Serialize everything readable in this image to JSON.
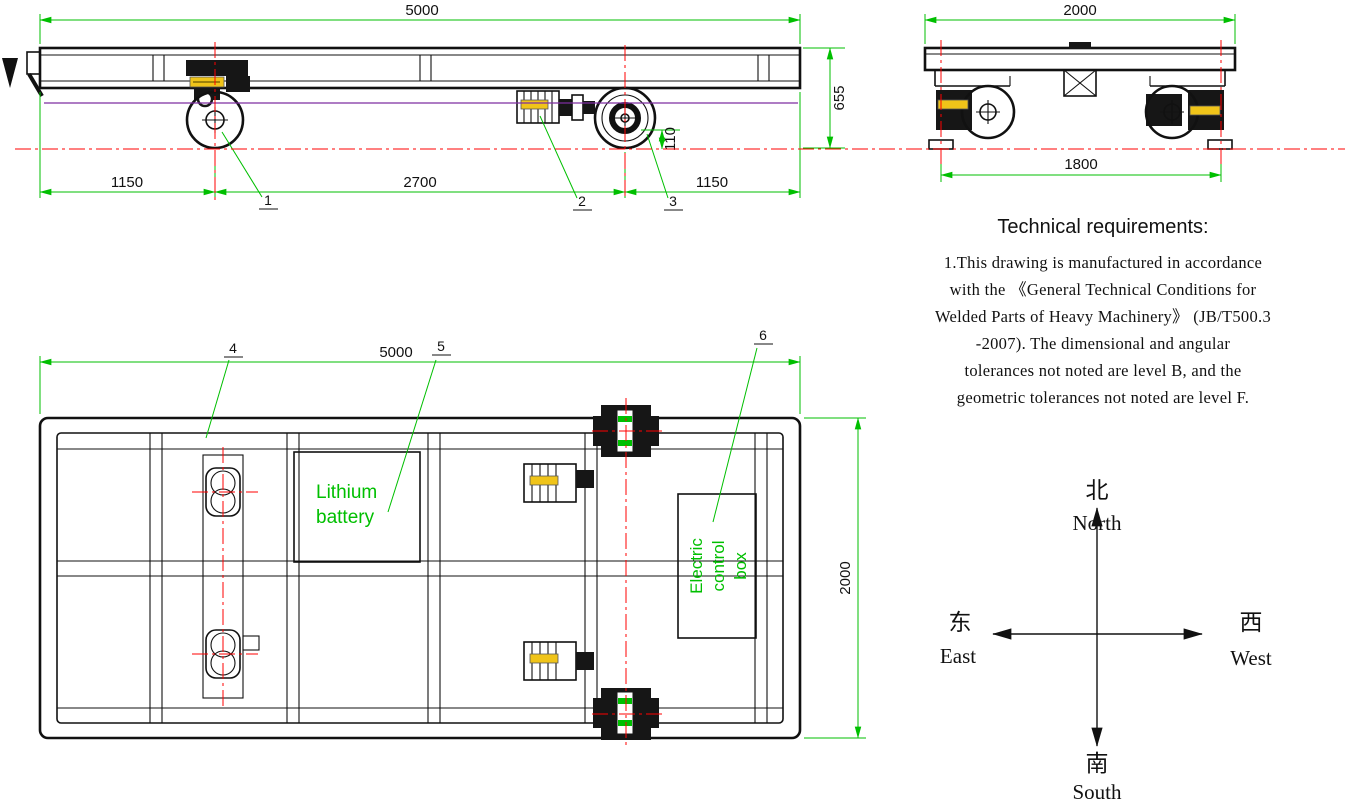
{
  "side_view": {
    "dim_total": "5000",
    "dim_height": "655",
    "dim_wheel_left": "1150",
    "dim_wheelbase": "2700",
    "dim_wheel_right": "1150",
    "dim_clearance": "110",
    "callout_1": "1",
    "callout_2": "2",
    "callout_3": "3"
  },
  "end_view": {
    "dim_width": "2000",
    "dim_gauge": "1800"
  },
  "plan_view": {
    "dim_length": "5000",
    "dim_width": "2000",
    "battery_label": [
      "Lithium",
      "battery"
    ],
    "control_box_label": [
      "Electric",
      "control",
      "box"
    ],
    "callout_4": "4",
    "callout_5": "5",
    "callout_6": "6"
  },
  "tech_requirements": {
    "title": "Technical requirements:",
    "lines": [
      "1.This drawing is manufactured in accordance",
      "with the 《General Technical Conditions for",
      "Welded Parts of Heavy Machinery》 (JB/T500.3",
      "-2007). The dimensional and angular",
      "tolerances not noted are level B, and the",
      "geometric tolerances not noted are level F."
    ]
  },
  "compass": {
    "north_zh": "北",
    "north_en": "North",
    "south_zh": "南",
    "south_en": "South",
    "east_zh": "东",
    "east_en": "East",
    "west_zh": "西",
    "west_en": "West"
  },
  "colors": {
    "dimension_green": "#00bf00",
    "centerline_red": "#ff0000",
    "accent_purple": "#7d2ea0",
    "label_yellow": "#f0c419"
  }
}
